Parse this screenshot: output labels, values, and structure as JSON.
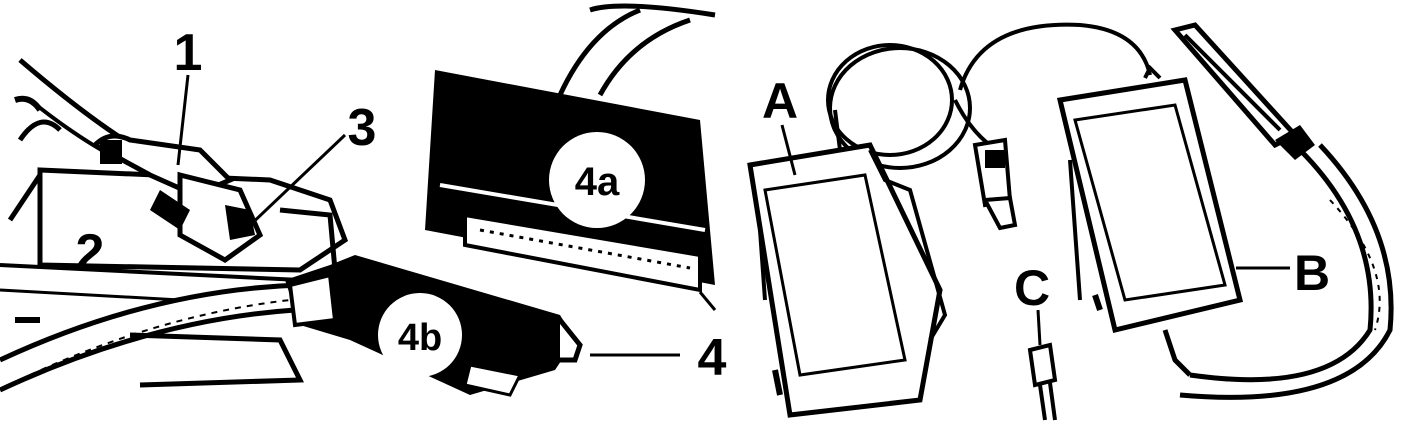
{
  "left_panel": {
    "labels": {
      "l1": "1",
      "l2": "2",
      "l3": "3",
      "l4": "4",
      "l4a": "4a",
      "l4b": "4b"
    }
  },
  "right_panel": {
    "labels": {
      "a": "A",
      "b": "B",
      "c": "C"
    }
  },
  "colors": {
    "ink": "#000000",
    "paper": "#ffffff"
  }
}
